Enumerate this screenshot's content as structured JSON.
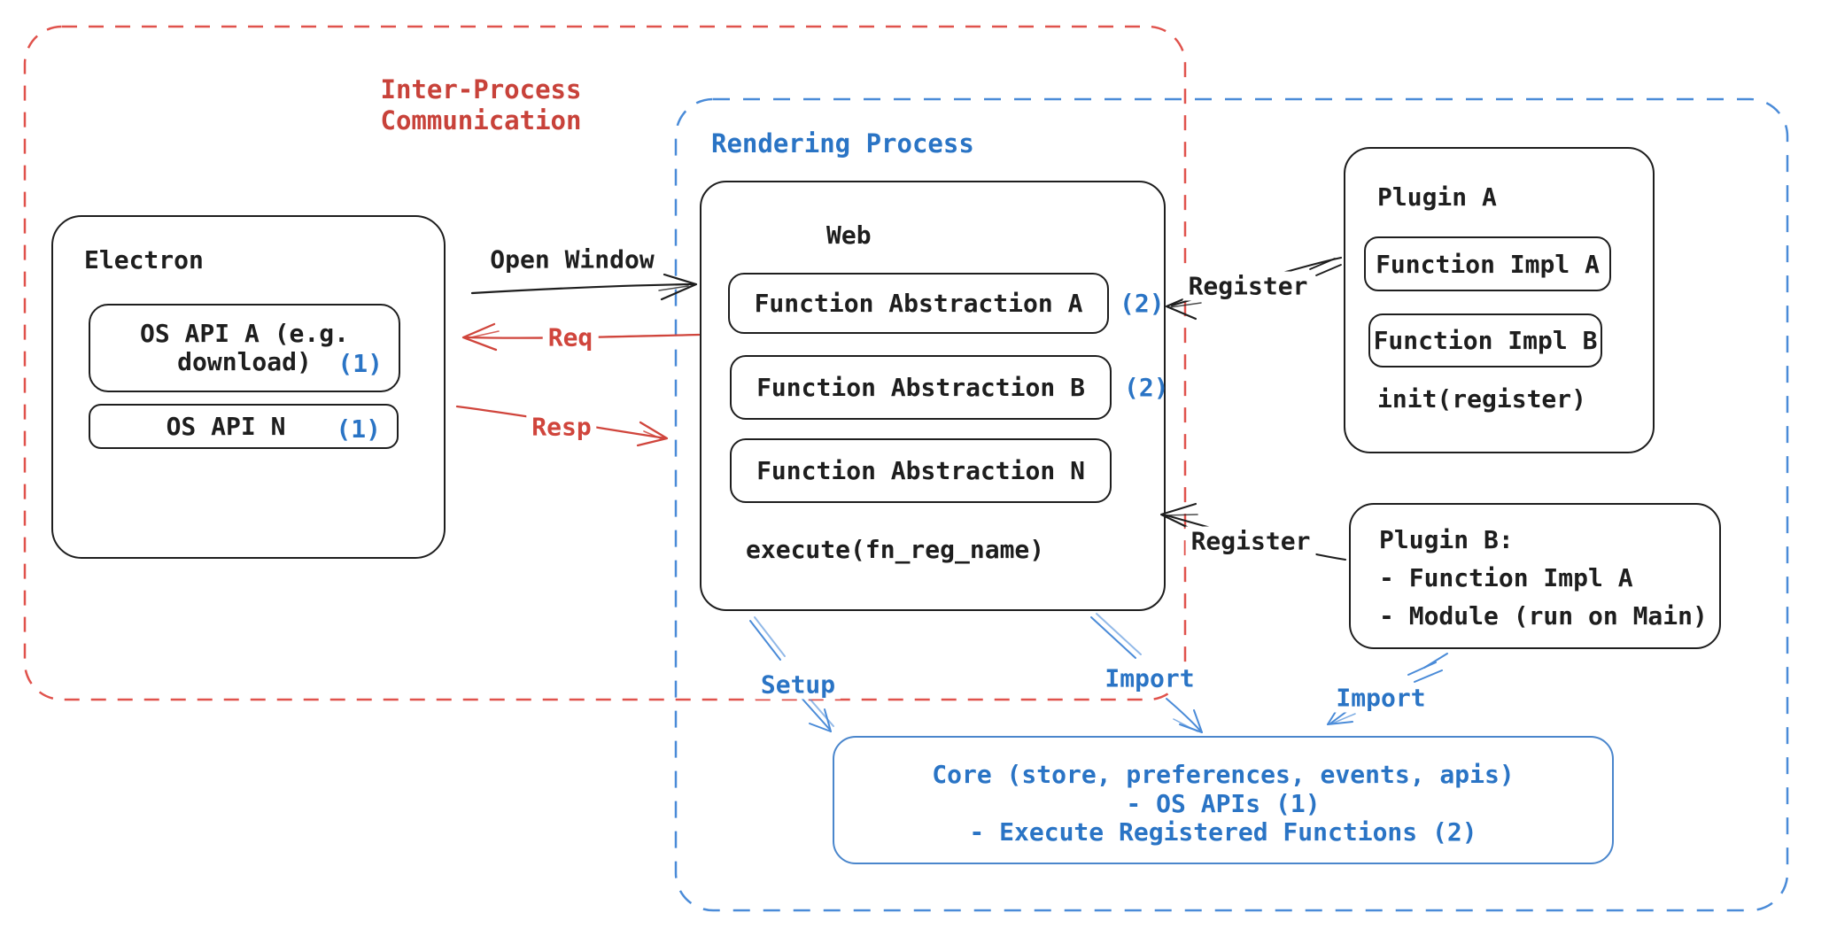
{
  "colors": {
    "black": "#1e1e1e",
    "red": "#d0453c",
    "red_text": "#c8423a",
    "blue_text": "#2a74c5",
    "blue_line": "#4a8bd8",
    "core_border": "#4a86cc"
  },
  "regions": {
    "ipc": {
      "label_line1": "Inter-Process",
      "label_line2": "Communication"
    },
    "rendering": {
      "label": "Rendering Process"
    }
  },
  "electron": {
    "title": "Electron",
    "api_a": {
      "line1": "OS API A (e.g.",
      "line2": "download)",
      "badge": "(1)"
    },
    "api_n": {
      "label": "OS API N",
      "badge": "(1)"
    }
  },
  "web": {
    "title": "Web",
    "items": [
      {
        "label": "Function Abstraction A",
        "badge": "(2)"
      },
      {
        "label": "Function Abstraction B",
        "badge": "(2)"
      },
      {
        "label": "Function Abstraction N",
        "badge": ""
      }
    ],
    "footer": "execute(fn_reg_name)"
  },
  "plugin_a": {
    "title": "Plugin A",
    "items": [
      {
        "label": "Function Impl A"
      },
      {
        "label": "Function Impl B"
      }
    ],
    "footer": "init(register)"
  },
  "plugin_b": {
    "title": "Plugin B:",
    "lines": [
      "- Function Impl A",
      "- Module (run on Main)"
    ]
  },
  "core": {
    "line1": "Core (store, preferences, events, apis)",
    "line2": "- OS APIs (1)",
    "line3": "- Execute Registered Functions (2)"
  },
  "arrow_labels": {
    "open_window": "Open Window",
    "req": "Req",
    "resp": "Resp",
    "register_a": "Register",
    "register_b": "Register",
    "setup": "Setup",
    "import_web": "Import",
    "import_plugin": "Import"
  }
}
